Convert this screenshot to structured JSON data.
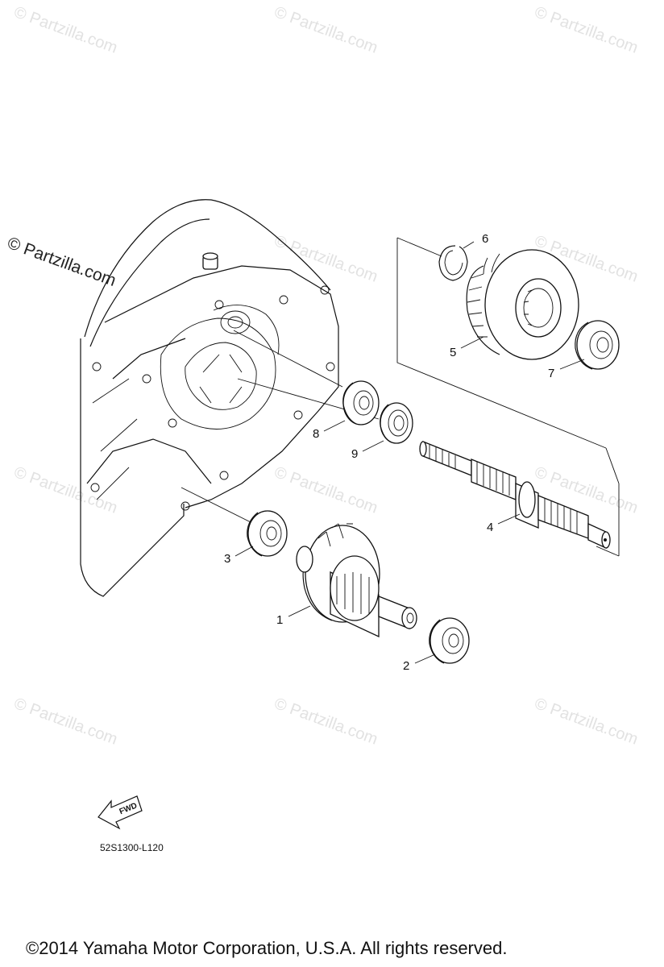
{
  "watermark": {
    "text": "© Partzilla.com"
  },
  "callouts": [
    "1",
    "2",
    "3",
    "4",
    "5",
    "6",
    "7",
    "8",
    "9"
  ],
  "fwd_label": "FWD",
  "diagram_code": "52S1300-L120",
  "copyright": "©2014 Yamaha Motor Corporation, U.S.A. All rights reserved."
}
